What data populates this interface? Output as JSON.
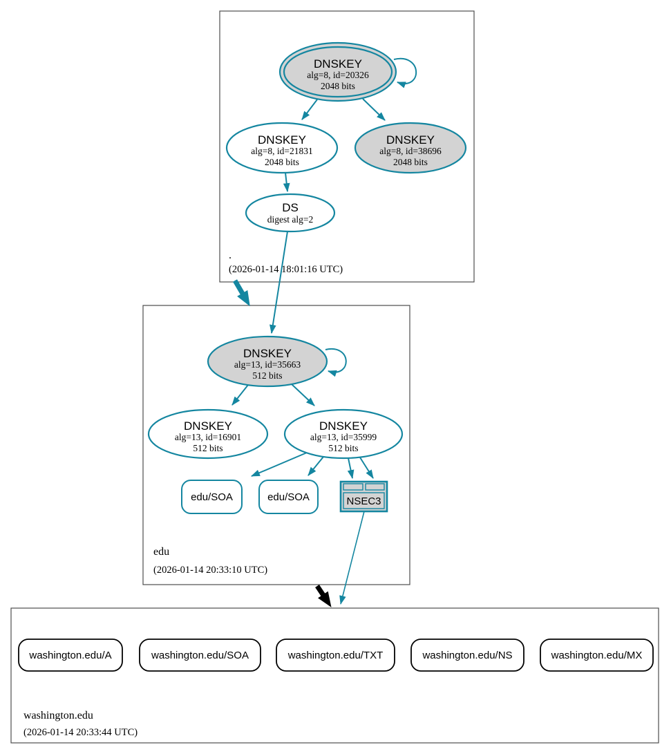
{
  "colors": {
    "accent_teal": "#1486a0",
    "node_fill_gray": "#d3d3d3",
    "node_fill_white": "#ffffff",
    "edge_black": "#000000",
    "zone_border": "#4c4c4c"
  },
  "zones": {
    "root": {
      "label": ".",
      "timestamp": "(2026-01-14 18:01:16 UTC)",
      "nodes": {
        "ksk": {
          "title": "DNSKEY",
          "detail1": "alg=8, id=20326",
          "detail2": "2048 bits"
        },
        "zsk": {
          "title": "DNSKEY",
          "detail1": "alg=8, id=21831",
          "detail2": "2048 bits"
        },
        "standby": {
          "title": "DNSKEY",
          "detail1": "alg=8, id=38696",
          "detail2": "2048 bits"
        },
        "ds": {
          "title": "DS",
          "detail1": "digest alg=2"
        }
      }
    },
    "edu": {
      "label": "edu",
      "timestamp": "(2026-01-14 20:33:10 UTC)",
      "nodes": {
        "ksk": {
          "title": "DNSKEY",
          "detail1": "alg=13, id=35663",
          "detail2": "512 bits"
        },
        "zsk1": {
          "title": "DNSKEY",
          "detail1": "alg=13, id=16901",
          "detail2": "512 bits"
        },
        "zsk2": {
          "title": "DNSKEY",
          "detail1": "alg=13, id=35999",
          "detail2": "512 bits"
        },
        "soa1": {
          "label": "edu/SOA"
        },
        "soa2": {
          "label": "edu/SOA"
        },
        "nsec3": {
          "label": "NSEC3"
        }
      }
    },
    "washington": {
      "label": "washington.edu",
      "timestamp": "(2026-01-14 20:33:44 UTC)",
      "rrsets": [
        {
          "label": "washington.edu/A"
        },
        {
          "label": "washington.edu/SOA"
        },
        {
          "label": "washington.edu/TXT"
        },
        {
          "label": "washington.edu/NS"
        },
        {
          "label": "washington.edu/MX"
        }
      ]
    }
  }
}
